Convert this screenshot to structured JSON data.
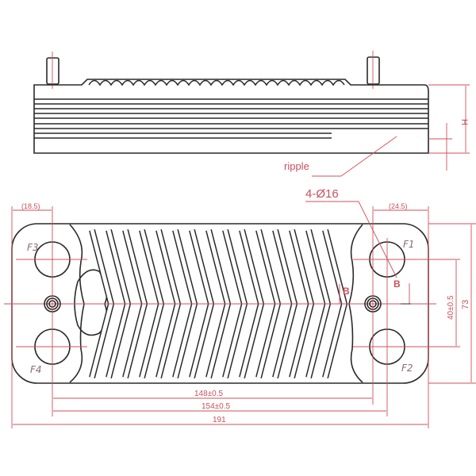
{
  "side_view": {
    "ripple_label": "ripple",
    "height_label": "H"
  },
  "plate_view": {
    "port_labels": {
      "f1": "F1",
      "f2": "F2",
      "f3": "F3",
      "f4": "F4"
    },
    "hole_spec": "4-Ø16",
    "section_marks": [
      "B",
      "B"
    ],
    "dimensions": {
      "left_offset": "(18.5)",
      "right_offset": "(24.5)",
      "port_vertical": "40±0.5",
      "overall_height": "73",
      "port_spacing_inner": "148±0.5",
      "port_spacing_outer": "154±0.5",
      "overall_length": "191"
    }
  },
  "colors": {
    "outline": "#2a2a2a",
    "dimension": "#d0505a"
  }
}
